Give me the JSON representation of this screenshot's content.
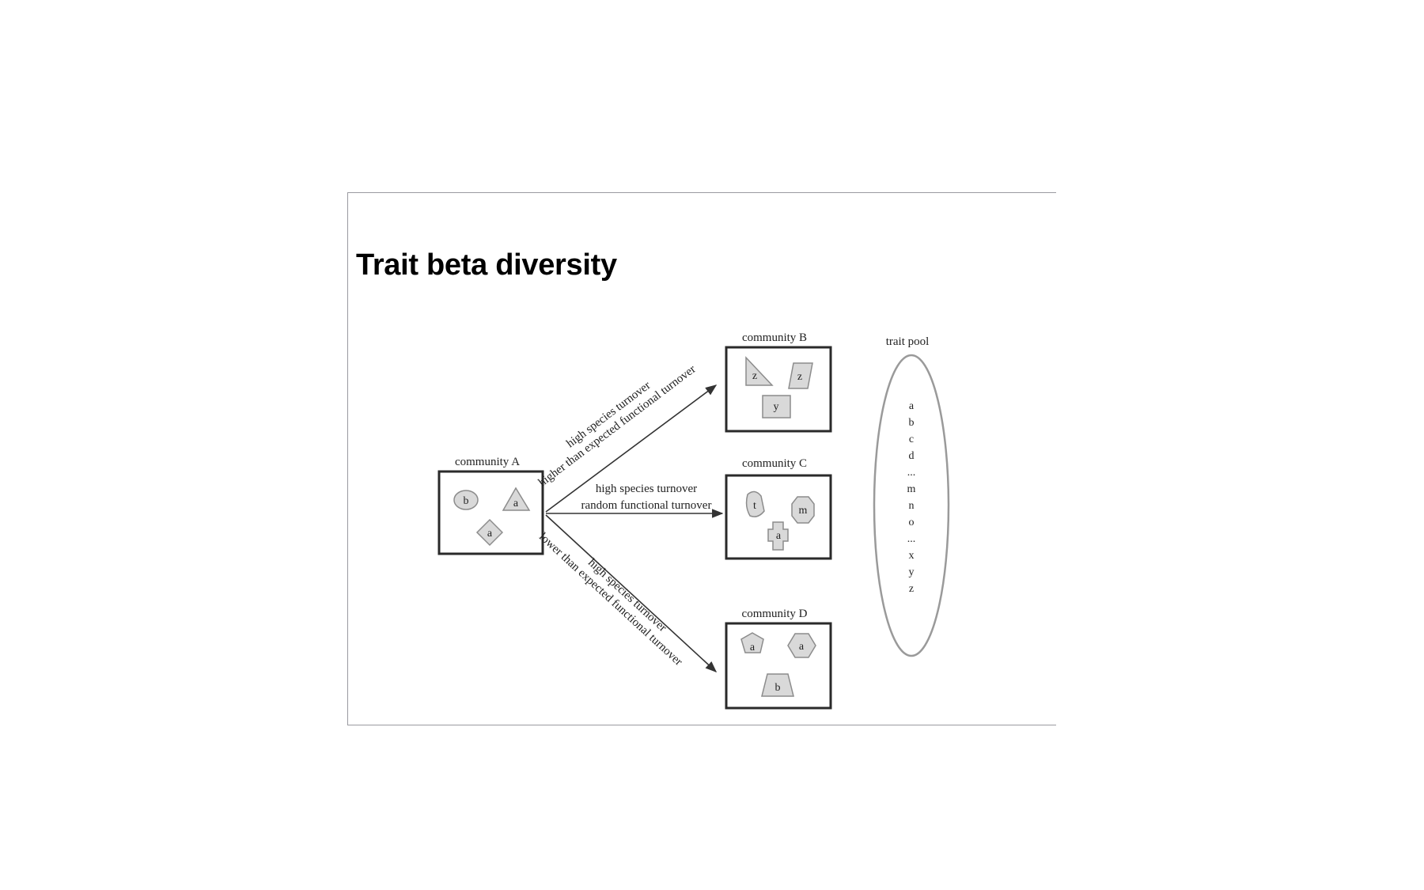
{
  "title": "Trait beta diversity",
  "communities": {
    "a": {
      "label": "community A",
      "shapes": [
        "b",
        "a",
        "a"
      ]
    },
    "b": {
      "label": "community B",
      "shapes": [
        "z",
        "z",
        "y"
      ]
    },
    "c": {
      "label": "community C",
      "shapes": [
        "t",
        "m",
        "a"
      ]
    },
    "d": {
      "label": "community D",
      "shapes": [
        "a",
        "a",
        "b"
      ]
    }
  },
  "arrows": {
    "to_b": [
      "high species turnover",
      "higher than expected functional turnover"
    ],
    "to_c": [
      "high species turnover",
      "random functional turnover"
    ],
    "to_d": [
      "high species turnover",
      "lower than expected functional turnover"
    ]
  },
  "trait_pool": {
    "label": "trait pool",
    "items": [
      "a",
      "b",
      "c",
      "d",
      "...",
      "m",
      "n",
      "o",
      "...",
      "x",
      "y",
      "z"
    ]
  },
  "colors": {
    "shape_fill": "#d9d9d9",
    "shape_stroke": "#8c8c8c",
    "box_stroke": "#2a2a2a",
    "frame": "#9a9aa0"
  }
}
